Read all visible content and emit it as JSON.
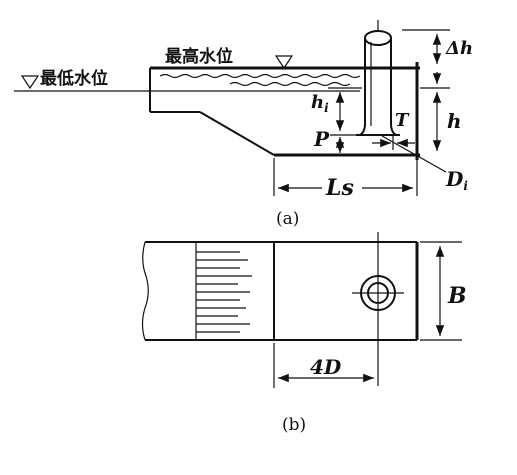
{
  "figure_a": {
    "caption": "(a)",
    "labels": {
      "min_level": "最低水位",
      "max_level": "最高水位",
      "delta_h": "Δh",
      "h_i": "h",
      "h_i_sub": "i",
      "h": "h",
      "P": "P",
      "T": "T",
      "D_i": "D",
      "D_i_sub": "i",
      "Ls": "Ls"
    }
  },
  "figure_b": {
    "caption": "(b)",
    "labels": {
      "B": "B",
      "four_D": "4D"
    }
  },
  "colors": {
    "ink": "#111111",
    "background": "#ffffff"
  }
}
